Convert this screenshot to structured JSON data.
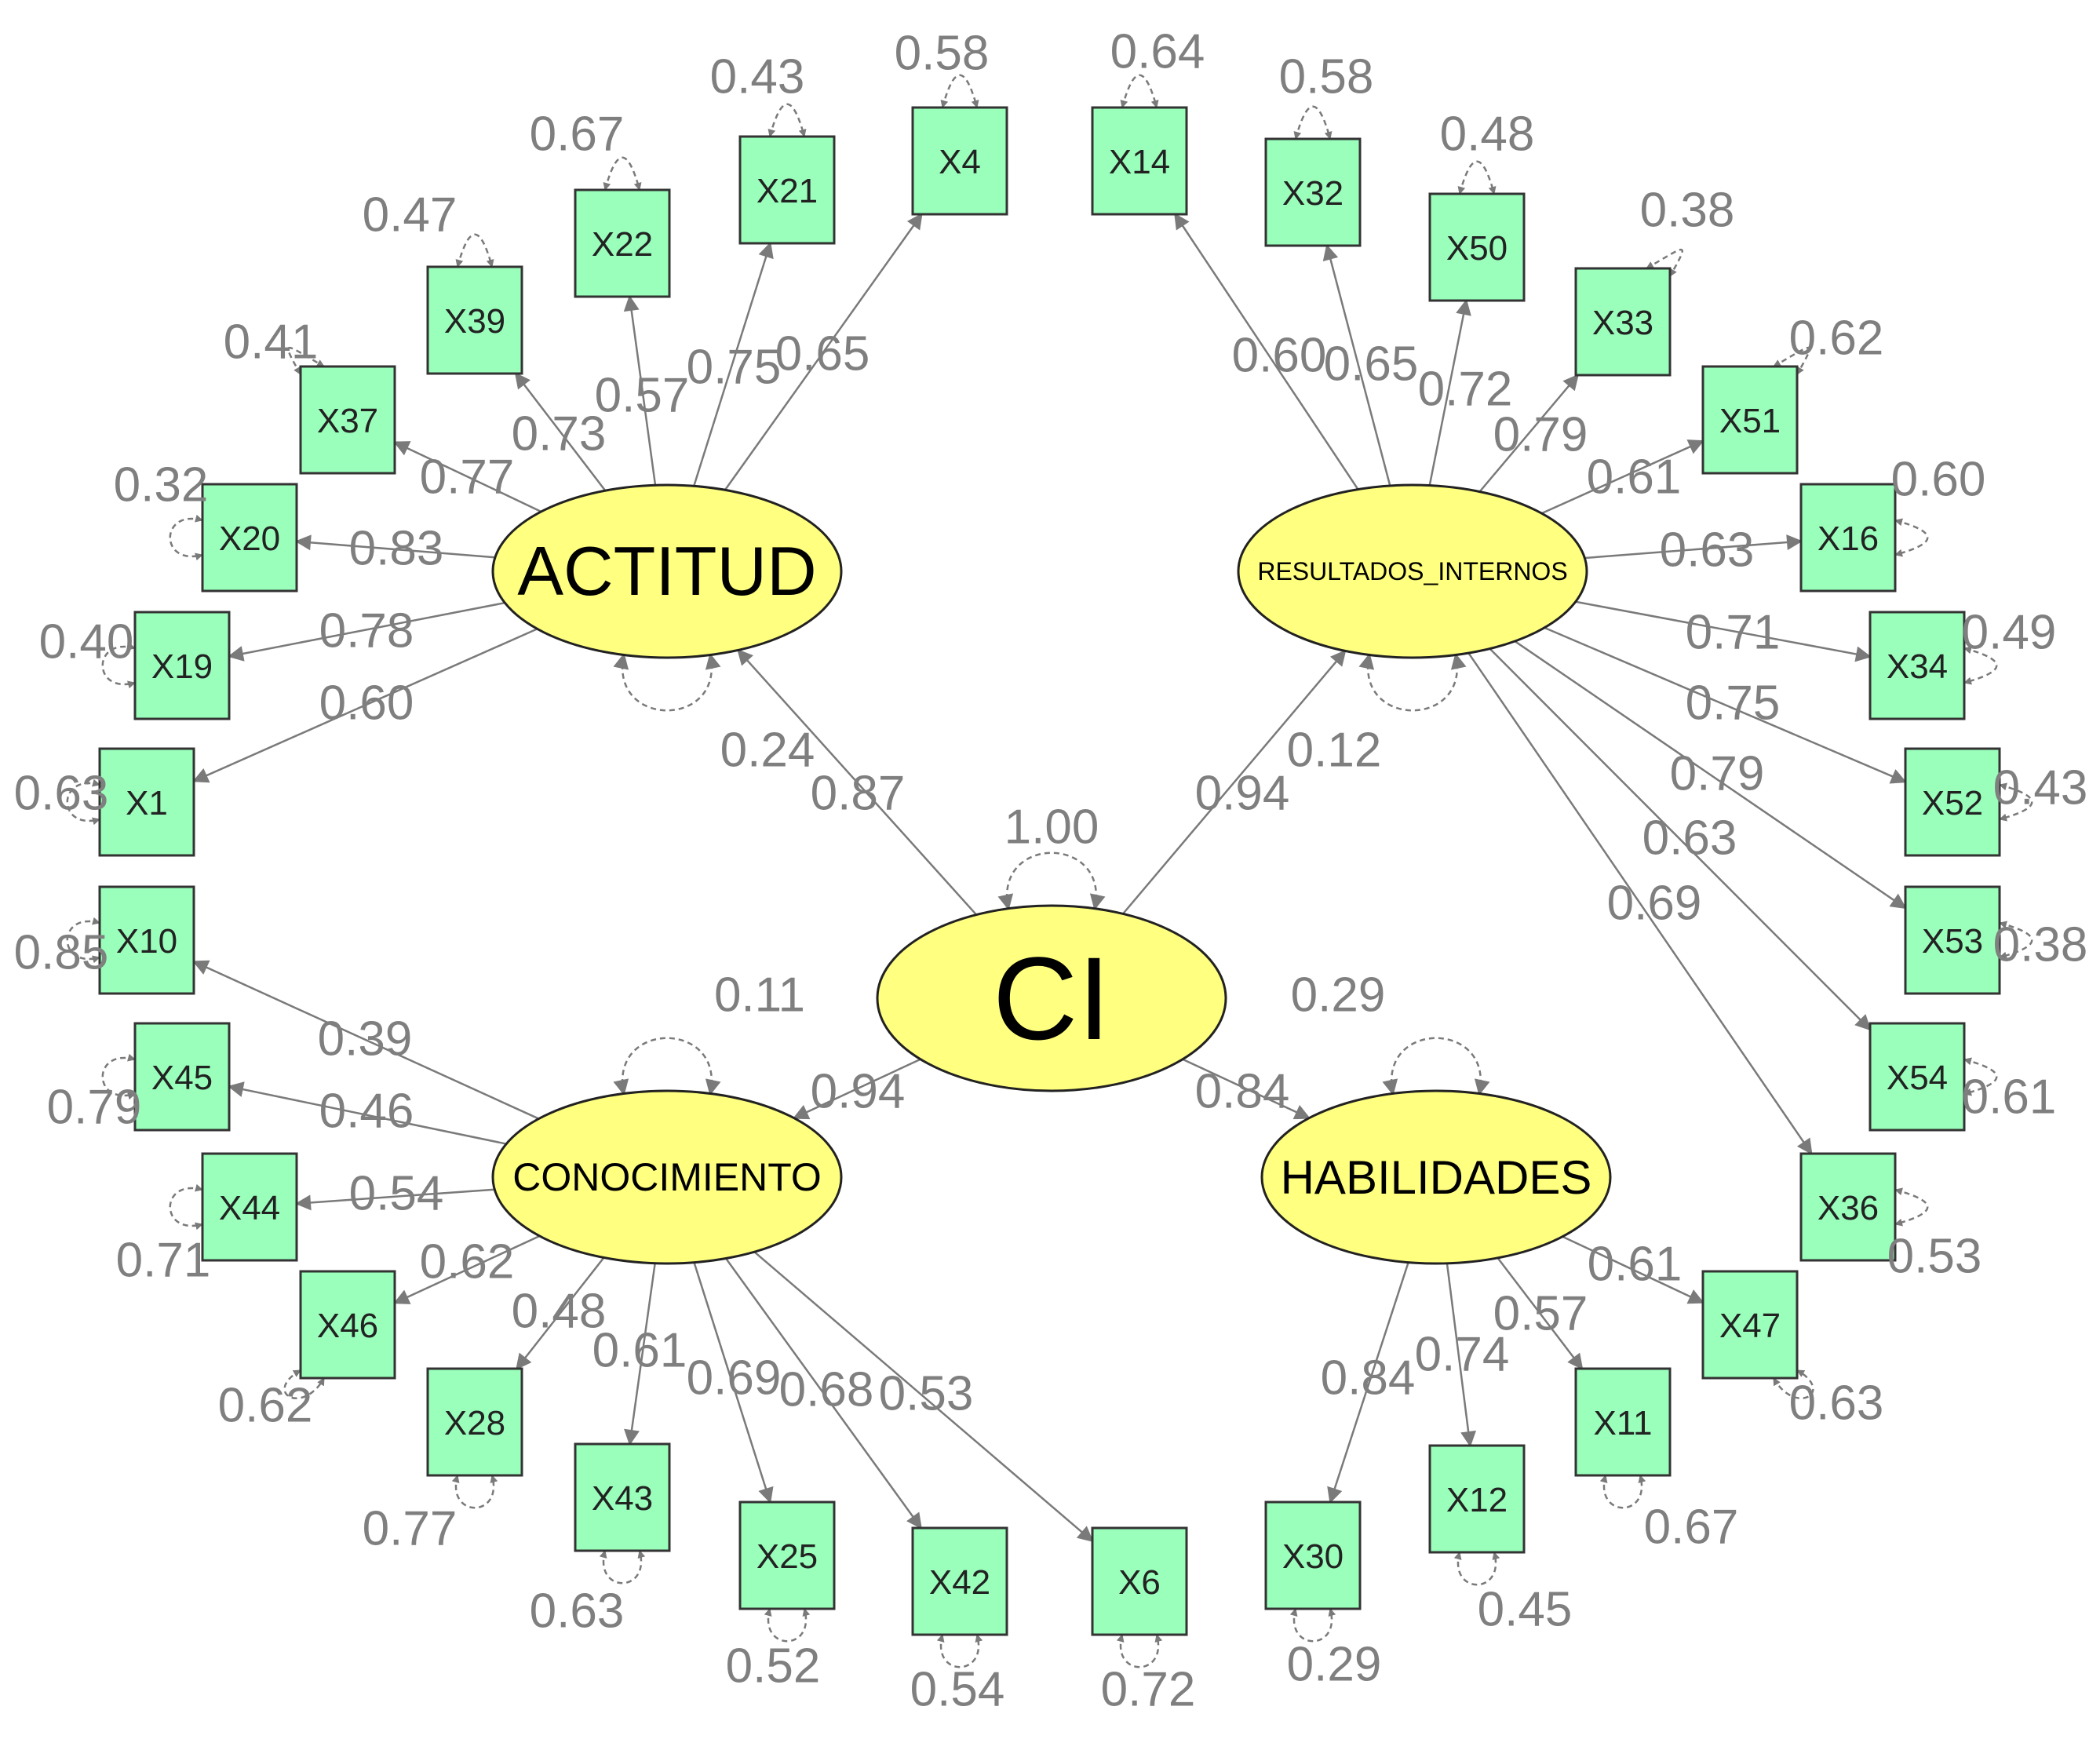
{
  "latents": [
    {
      "id": "CI",
      "label": "CI"
    },
    {
      "id": "ACT",
      "label": "ACTITUD"
    },
    {
      "id": "RES",
      "label": "RESULTADOS_INTERNOS"
    },
    {
      "id": "CON",
      "label": "CONOCIMIENTO"
    },
    {
      "id": "HAB",
      "label": "HABILIDADES"
    }
  ],
  "structural_paths": [
    {
      "from": "CI",
      "to": "ACT",
      "value": "0.87"
    },
    {
      "from": "CI",
      "to": "RES",
      "value": "0.94"
    },
    {
      "from": "CI",
      "to": "CON",
      "value": "0.94"
    },
    {
      "from": "CI",
      "to": "HAB",
      "value": "0.84"
    }
  ],
  "latent_variances": [
    {
      "latent": "CI",
      "value": "1.00"
    },
    {
      "latent": "ACT",
      "value": "0.24"
    },
    {
      "latent": "RES",
      "value": "0.12"
    },
    {
      "latent": "CON",
      "value": "0.11"
    },
    {
      "latent": "HAB",
      "value": "0.29"
    }
  ],
  "indicators": [
    {
      "id": "X4",
      "factor": "ACT",
      "loading": "0.65",
      "error": "0.58"
    },
    {
      "id": "X21",
      "factor": "ACT",
      "loading": "0.75",
      "error": "0.43"
    },
    {
      "id": "X22",
      "factor": "ACT",
      "loading": "0.57",
      "error": "0.67"
    },
    {
      "id": "X39",
      "factor": "ACT",
      "loading": "0.73",
      "error": "0.47"
    },
    {
      "id": "X37",
      "factor": "ACT",
      "loading": "0.77",
      "error": "0.41"
    },
    {
      "id": "X20",
      "factor": "ACT",
      "loading": "0.83",
      "error": "0.32"
    },
    {
      "id": "X19",
      "factor": "ACT",
      "loading": "0.78",
      "error": "0.40"
    },
    {
      "id": "X1",
      "factor": "ACT",
      "loading": "0.60",
      "error": "0.63"
    },
    {
      "id": "X14",
      "factor": "RES",
      "loading": "0.60",
      "error": "0.64"
    },
    {
      "id": "X32",
      "factor": "RES",
      "loading": "0.65",
      "error": "0.58"
    },
    {
      "id": "X50",
      "factor": "RES",
      "loading": "0.72",
      "error": "0.48"
    },
    {
      "id": "X33",
      "factor": "RES",
      "loading": "0.79",
      "error": "0.38"
    },
    {
      "id": "X51",
      "factor": "RES",
      "loading": "0.61",
      "error": "0.62"
    },
    {
      "id": "X16",
      "factor": "RES",
      "loading": "0.63",
      "error": "0.60"
    },
    {
      "id": "X34",
      "factor": "RES",
      "loading": "0.71",
      "error": "0.49"
    },
    {
      "id": "X52",
      "factor": "RES",
      "loading": "0.75",
      "error": "0.43"
    },
    {
      "id": "X53",
      "factor": "RES",
      "loading": "0.79",
      "error": "0.38"
    },
    {
      "id": "X54",
      "factor": "RES",
      "loading": "0.63",
      "error": "0.61"
    },
    {
      "id": "X36",
      "factor": "RES",
      "loading": "0.69",
      "error": "0.53"
    },
    {
      "id": "X10",
      "factor": "CON",
      "loading": "0.39",
      "error": "0.85"
    },
    {
      "id": "X45",
      "factor": "CON",
      "loading": "0.46",
      "error": "0.79"
    },
    {
      "id": "X44",
      "factor": "CON",
      "loading": "0.54",
      "error": "0.71"
    },
    {
      "id": "X46",
      "factor": "CON",
      "loading": "0.62",
      "error": "0.62"
    },
    {
      "id": "X28",
      "factor": "CON",
      "loading": "0.48",
      "error": "0.77"
    },
    {
      "id": "X43",
      "factor": "CON",
      "loading": "0.61",
      "error": "0.63"
    },
    {
      "id": "X25",
      "factor": "CON",
      "loading": "0.69",
      "error": "0.52"
    },
    {
      "id": "X42",
      "factor": "CON",
      "loading": "0.68",
      "error": "0.54"
    },
    {
      "id": "X6",
      "factor": "CON",
      "loading": "0.53",
      "error": "0.72"
    },
    {
      "id": "X47",
      "factor": "HAB",
      "loading": "0.61",
      "error": "0.63"
    },
    {
      "id": "X11",
      "factor": "HAB",
      "loading": "0.57",
      "error": "0.67"
    },
    {
      "id": "X12",
      "factor": "HAB",
      "loading": "0.74",
      "error": "0.45"
    },
    {
      "id": "X30",
      "factor": "HAB",
      "loading": "0.84",
      "error": "0.29"
    }
  ],
  "colors": {
    "latent_fill": "#ffff80",
    "indicator_fill": "#99ffbb",
    "label_text": "#7f7f7f",
    "edge": "#7a7a7a"
  }
}
